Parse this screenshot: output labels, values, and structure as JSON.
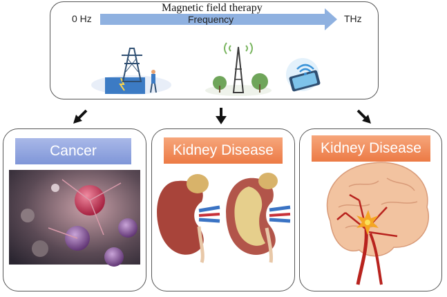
{
  "header": {
    "title": "Magnetic field therapy",
    "low_label": "0 Hz",
    "high_label": "THz",
    "axis_label": "Frequency"
  },
  "panels": [
    {
      "label": "Cancer",
      "color": "#8a9fdc"
    },
    {
      "label": "Kidney Disease",
      "color": "#f08a55"
    },
    {
      "label": "Kidney Disease",
      "color": "#f08a55"
    }
  ],
  "icons": [
    "power-tower-icon",
    "cell-tower-icon",
    "smartphone-wifi-icon"
  ]
}
